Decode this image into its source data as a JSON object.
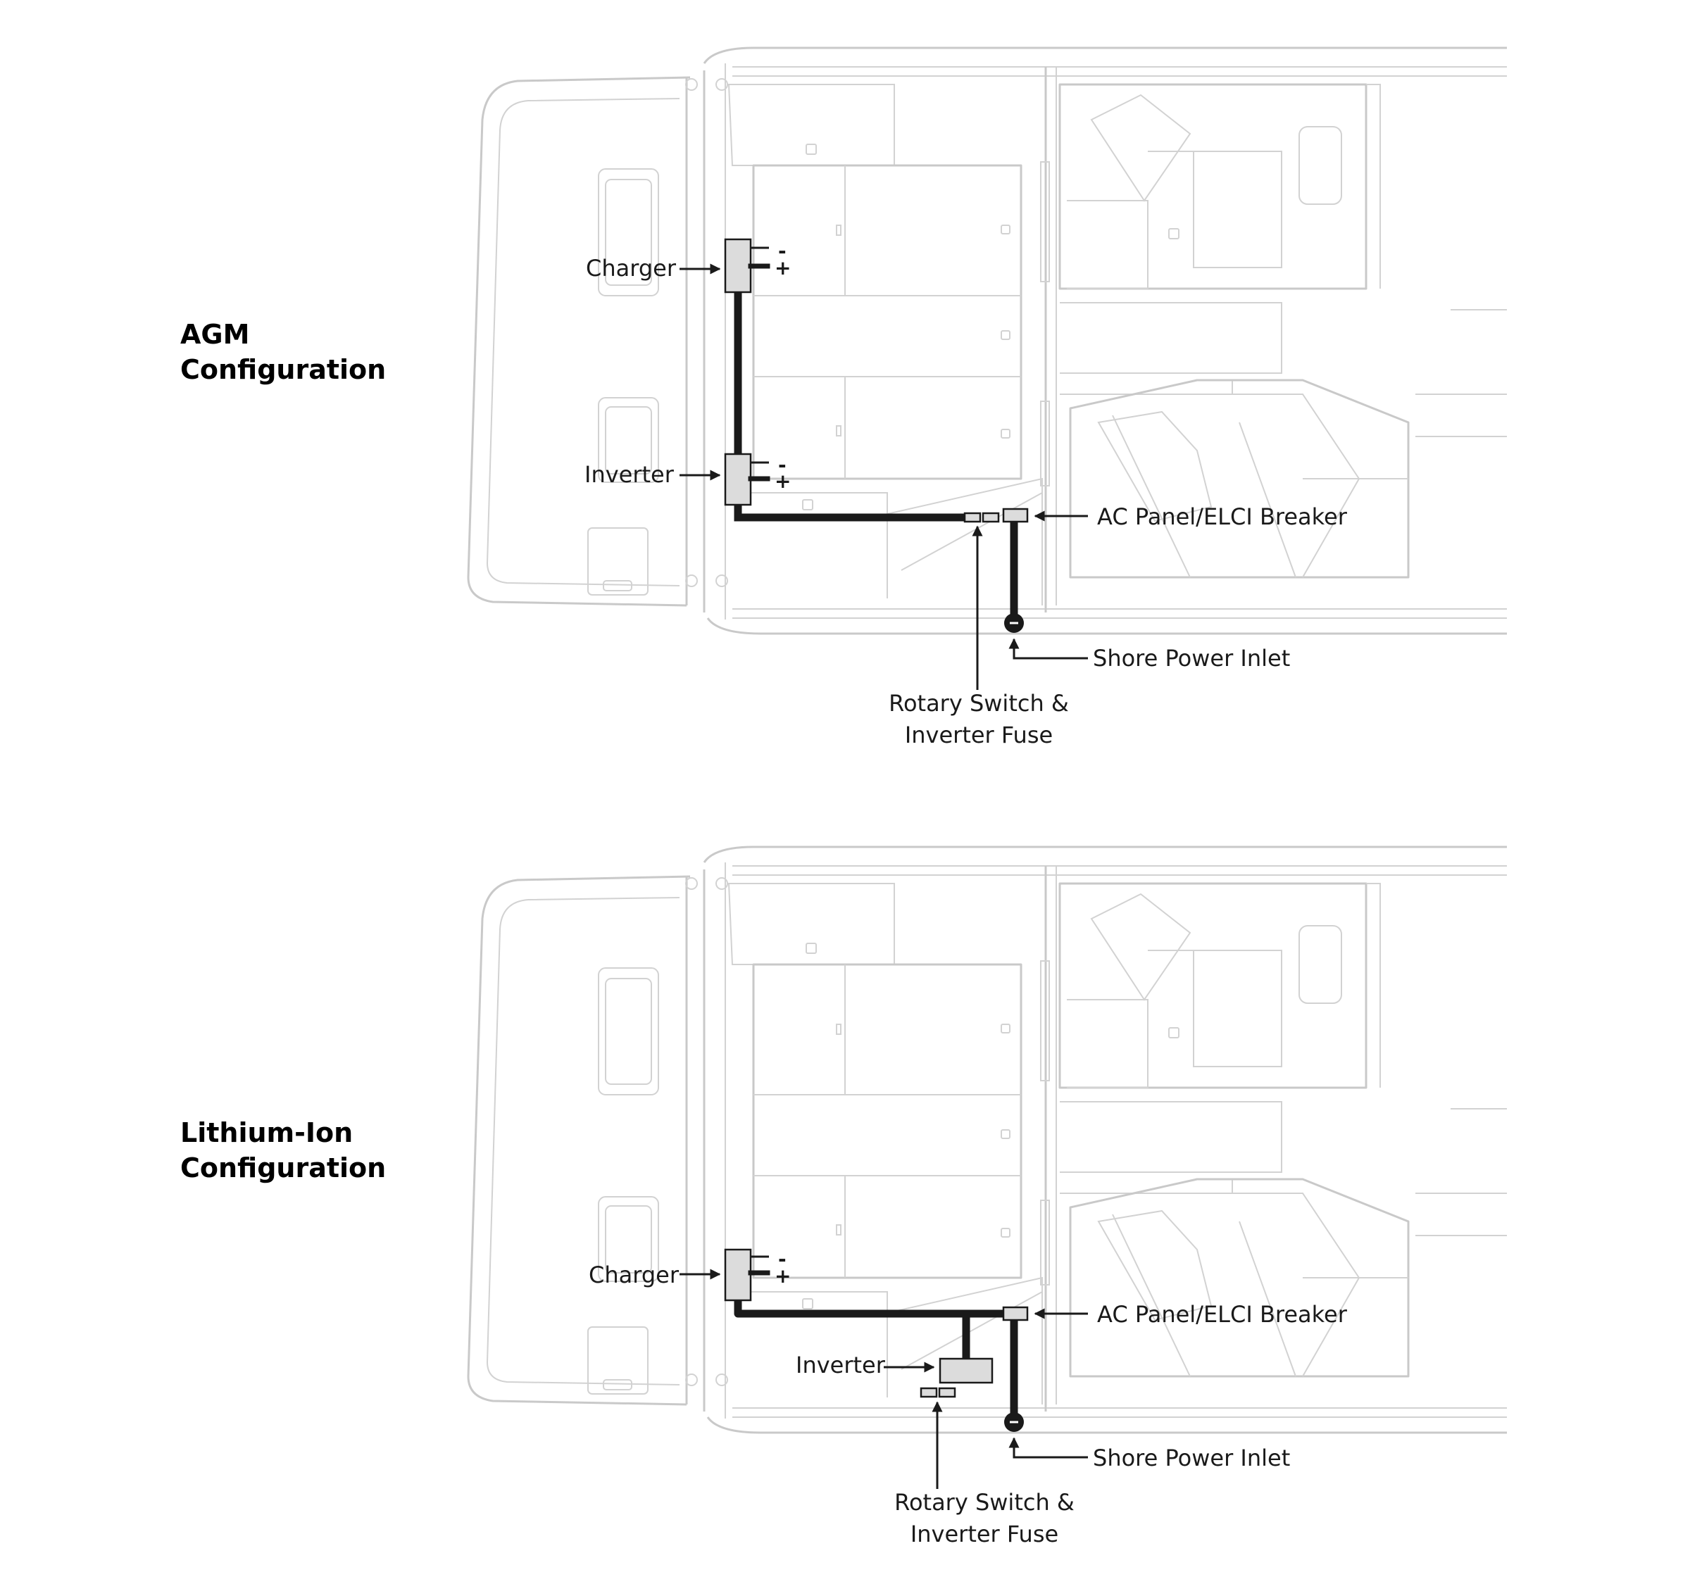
{
  "configurations": [
    {
      "title_lines": [
        "AGM",
        "Configuration"
      ],
      "labels": {
        "charger": "Charger",
        "inverter": "Inverter",
        "ac_panel": "AC Panel/ELCI Breaker",
        "shore_power": "Shore Power Inlet",
        "rotary_lines": [
          "Rotary Switch &",
          "Inverter Fuse"
        ]
      },
      "terminals": {
        "minus": "-",
        "plus": "+"
      }
    },
    {
      "title_lines": [
        "Lithium-Ion",
        "Configuration"
      ],
      "labels": {
        "charger": "Charger",
        "inverter": "Inverter",
        "ac_panel": "AC Panel/ELCI Breaker",
        "shore_power": "Shore Power Inlet",
        "rotary_lines": [
          "Rotary Switch &",
          "Inverter Fuse"
        ]
      },
      "terminals": {
        "minus": "-",
        "plus": "+"
      }
    }
  ],
  "colors": {
    "hull_outline": "#c9c9c9",
    "wiring": "#1a1a1a",
    "component_fill": "#dcdcdc"
  }
}
